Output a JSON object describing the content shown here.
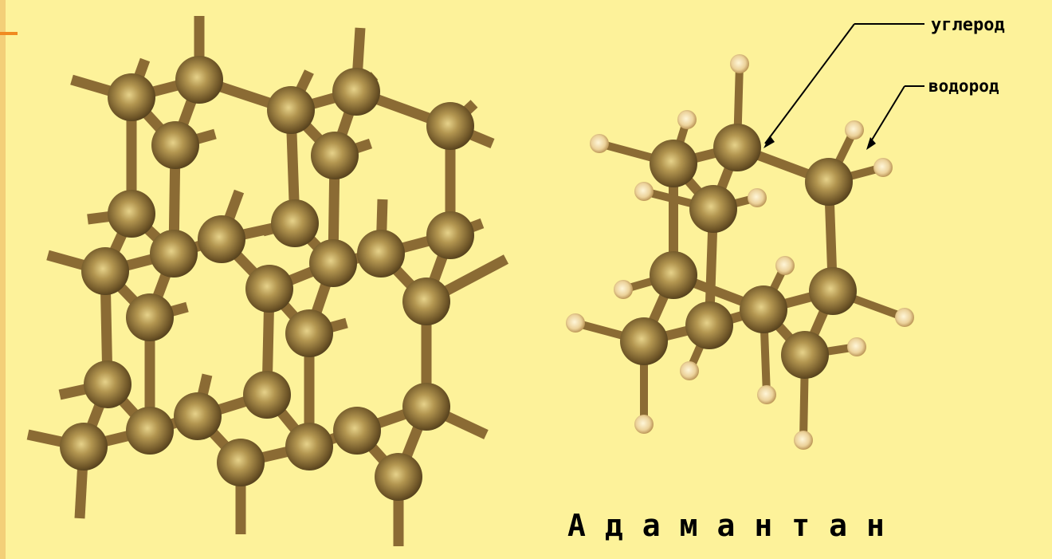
{
  "labels": {
    "carbon": "углерод",
    "hydrogen": "водород",
    "title": "Адамантан"
  },
  "colors": {
    "background": "#fdf29a",
    "bond": "#8b6b34",
    "carbon": "#8a7038",
    "carbon_highlight": "#d8c07a",
    "hydrogen": "#f4dca4",
    "text": "#000000"
  }
}
